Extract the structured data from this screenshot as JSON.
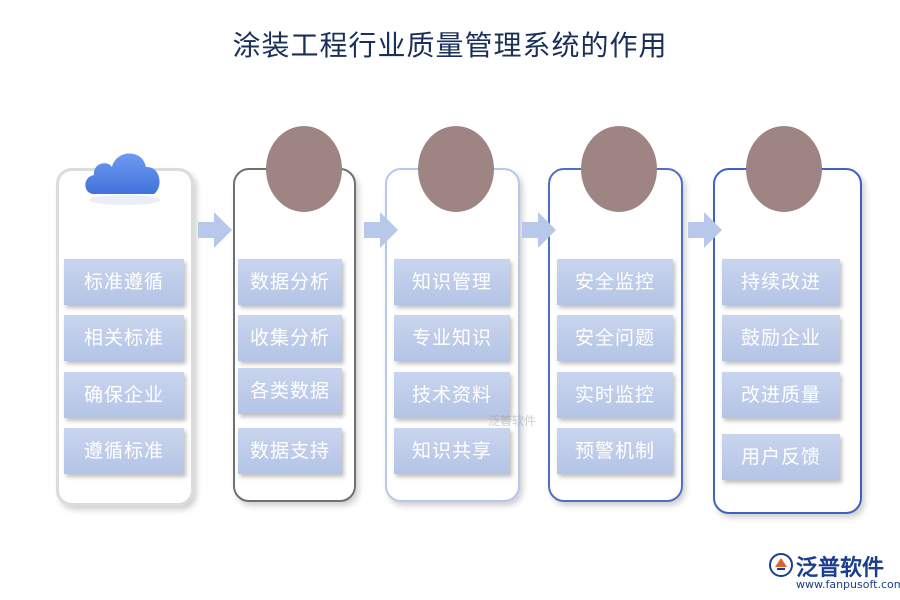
{
  "title": "涂装工程行业质量管理系统的作用",
  "columns": [
    {
      "items": [
        "标准遵循",
        "相关标准",
        "确保企业",
        "遵循标准"
      ]
    },
    {
      "items": [
        "数据分析",
        "收集分析",
        "各类数据",
        "数据支持"
      ]
    },
    {
      "items": [
        "知识管理",
        "专业知识",
        "技术资料",
        "知识共享"
      ]
    },
    {
      "items": [
        "安全监控",
        "安全问题",
        "实时监控",
        "预警机制"
      ]
    },
    {
      "items": [
        "持续改进",
        "鼓励企业",
        "改进质量",
        "用户反馈"
      ]
    }
  ],
  "watermark": "泛普软件",
  "logo": {
    "name": "泛普软件",
    "url": "www.fanpusoft.com"
  },
  "colors": {
    "circle": "#9e8584",
    "button": "#b9c8e8",
    "arrow": "#b8c8ea",
    "cloud": "#4f7fe0"
  }
}
